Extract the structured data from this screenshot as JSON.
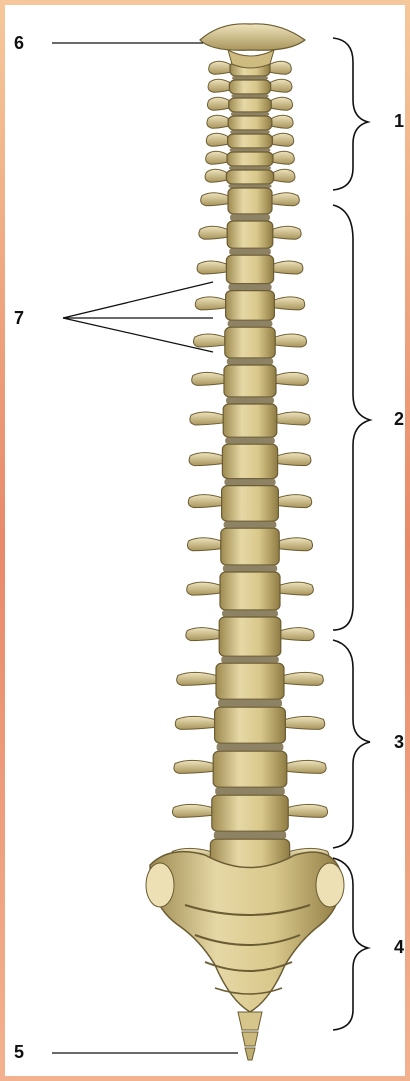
{
  "labels": {
    "l1": "1",
    "l2": "2",
    "l3": "3",
    "l4": "4",
    "l5": "5",
    "l6": "6",
    "l7": "7"
  },
  "colors": {
    "bone_light": "#e9dcae",
    "bone_mid": "#c9b575",
    "bone_dark": "#8c7a43",
    "disc": "#6e6248",
    "bracket": "#111111",
    "frame_top": "#f6c79a",
    "frame_mid": "#e88a6a"
  }
}
